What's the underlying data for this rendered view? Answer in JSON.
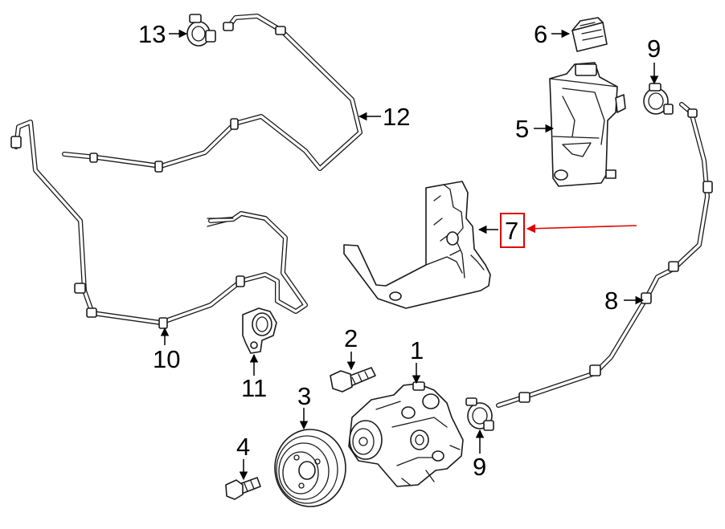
{
  "callouts": {
    "c1": "1",
    "c2": "2",
    "c3": "3",
    "c4": "4",
    "c5": "5",
    "c6": "6",
    "c7": "7",
    "c8": "8",
    "c9a": "9",
    "c9b": "9",
    "c10": "10",
    "c11": "11",
    "c12": "12",
    "c13": "13"
  },
  "highlight": {
    "callout": "7",
    "color": "#e00000"
  }
}
